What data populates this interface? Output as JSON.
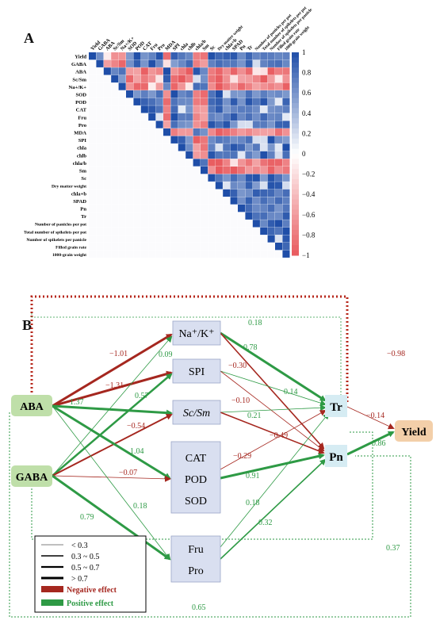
{
  "panel_a": {
    "label": "A",
    "variables": [
      "Yield",
      "GABA",
      "ABA",
      "Sc/Sm",
      "Na+/K+",
      "SOD",
      "POD",
      "CAT",
      "Fru",
      "Pro",
      "MDA",
      "SPI",
      "chla",
      "chlb",
      "chla/b",
      "Sm",
      "Sc",
      "Dry matter weight",
      "chla+b",
      "SPAD",
      "Pn",
      "Tr",
      "Number of panicles per pot",
      "Total number of spikelets per pot",
      "Number of spikelets per panicle",
      "Filled grain rate",
      "1000-grain weight"
    ],
    "colorbar_ticks": [
      "1",
      "0.8",
      "0.6",
      "0.4",
      "0.2",
      "0",
      "−0.2",
      "−0.4",
      "−0.6",
      "−0.8",
      "−1"
    ],
    "colors": {
      "positive": "#1f4ea8",
      "negative": "#e8595d",
      "neutral": "#ffffff"
    }
  },
  "panel_b": {
    "label": "B",
    "nodes": {
      "aba": "ABA",
      "gaba": "GABA",
      "nak": "Na⁺/K⁺",
      "spi": "SPI",
      "scsm": "Sc/Sm",
      "cat": "CAT",
      "pod": "POD",
      "sod": "SOD",
      "fru": "Fru",
      "pro": "Pro",
      "tr": "Tr",
      "pn": "Pn",
      "yield": "Yield"
    },
    "coefficients": {
      "aba_nak": "−1.01",
      "aba_spi": "−1.31",
      "aba_scsm": "1.37",
      "gaba_nak": "0.09",
      "gaba_spi": "0.57",
      "gaba_scsm": "−0.54",
      "aba_pod": "1.04",
      "gaba_pod": "−0.07",
      "aba_pro": "0.18",
      "gaba_pro": "0.79",
      "nak_tr": "0.78",
      "nak_pn": "−0.30",
      "spi_tr": "0.14",
      "spi_pn": "−0.10",
      "scsm_tr": "0.21",
      "scsm_pn": "−0.49",
      "pod_tr": "−0.29",
      "pod_pn": "0.91",
      "fru_tr": "0.18",
      "pro_pn": "0.32",
      "gaba_tr_top": "0.18",
      "aba_tr": "−0.98",
      "tr_yield": "−0.14",
      "pn_yield": "0.86",
      "gaba_pn": "0.37",
      "aba_pn_bottom": "0.65"
    },
    "legend": {
      "items": [
        "< 0.3",
        "0.3 ~ 0.5",
        "0.5 ~ 0.7",
        "> 0.7"
      ],
      "negative": "Negative effect",
      "positive": "Positive effect"
    },
    "colors": {
      "negative": "#a5271f",
      "positive": "#2e9a45",
      "node_blue": "#d9dff0",
      "node_green": "#bfdfa9",
      "node_orange": "#f3cfa9",
      "node_tr": "#d6ecf3",
      "dotted_red": "#b7281c",
      "dotted_green": "#2e9a45"
    }
  }
}
